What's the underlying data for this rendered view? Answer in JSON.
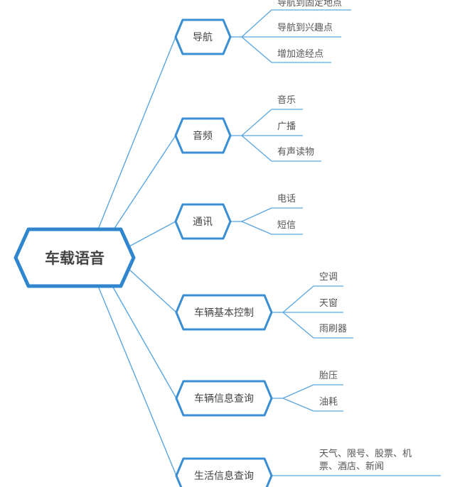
{
  "diagram": {
    "root": "车载语音",
    "branches": [
      {
        "label": "导航",
        "items": [
          "导航到固定地点",
          "导航到兴趣点",
          "增加途经点"
        ]
      },
      {
        "label": "音频",
        "items": [
          "音乐",
          "广播",
          "有声读物"
        ]
      },
      {
        "label": "通讯",
        "items": [
          "电话",
          "短信"
        ]
      },
      {
        "label": "车辆基本控制",
        "items": [
          "空调",
          "天窗",
          "雨刷器"
        ]
      },
      {
        "label": "车辆信息查询",
        "items": [
          "胎压",
          "油耗"
        ]
      },
      {
        "label": "生活信息查询",
        "items": [
          "天气、限号、股票、机",
          "票、酒店、新闻"
        ]
      }
    ]
  },
  "colors": {
    "hex_stroke": "#3a8ed4",
    "root_stroke": "#2f86cf",
    "connector": "#5aa6e0",
    "text": "#444444"
  }
}
